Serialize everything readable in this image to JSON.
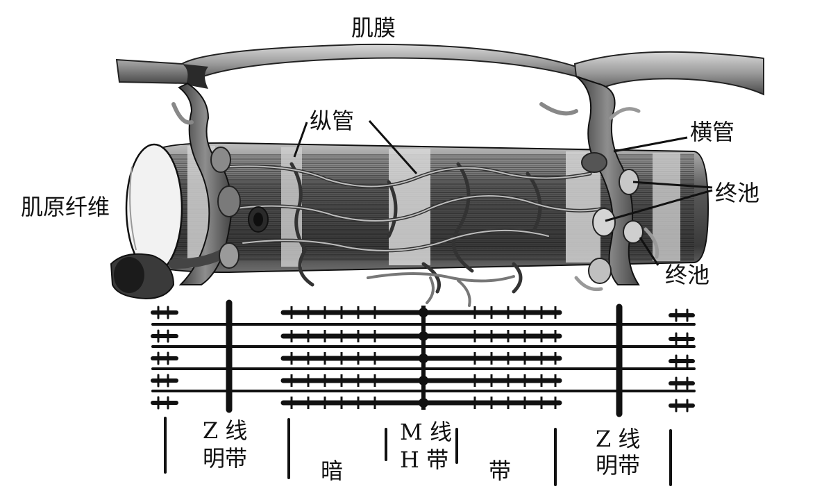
{
  "labels": {
    "sarcolemma": "肌膜",
    "longitudinal_tubule": "纵管",
    "transverse_tubule": "横管",
    "terminal_cisterna_1": "终池",
    "terminal_cisterna_2": "终池",
    "myofibril": "肌原纤维"
  },
  "bands": {
    "z_line_left": "Z 线",
    "light_band_left": "明带",
    "dark_band_left": "暗",
    "m_line": "M 线",
    "h_band": "H 带",
    "dark_band_right": "带",
    "z_line_right": "Z 线",
    "light_band_right": "明带"
  },
  "colors": {
    "ink": "#111111",
    "tube_dark": "#555555",
    "tube_light": "#bdbdbd",
    "membrane": "#8c8c8c",
    "background": "#ffffff"
  }
}
